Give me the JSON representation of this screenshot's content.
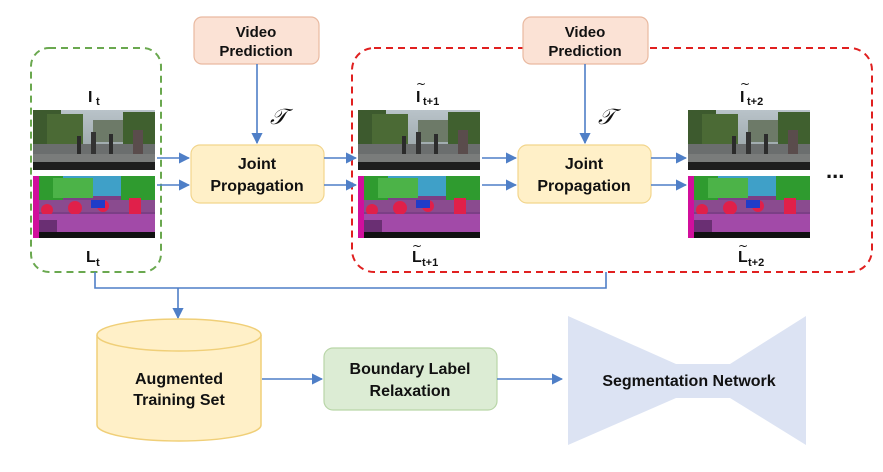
{
  "video_prediction": {
    "line1": "Video",
    "line2": "Prediction"
  },
  "joint_propagation": {
    "line1": "Joint",
    "line2": "Propagation"
  },
  "transform_symbol": "𝒯",
  "frames": {
    "t": {
      "image_label": "I",
      "label_label": "L",
      "subscript": "t"
    },
    "t1": {
      "image_label": "I",
      "label_label": "L",
      "subscript": "t+1"
    },
    "t2": {
      "image_label": "I",
      "label_label": "L",
      "subscript": "t+2"
    }
  },
  "ellipsis": "...",
  "augmented": {
    "line1": "Augmented",
    "line2": "Training Set"
  },
  "relaxation": {
    "line1": "Boundary Label",
    "line2": "Relaxation"
  },
  "network": {
    "label": "Segmentation Network"
  },
  "colors": {
    "video_pred_fill": "#fbe2d5",
    "video_pred_stroke": "#e9b9a0",
    "joint_fill": "#fff0c8",
    "joint_stroke": "#f2d58c",
    "db_fill": "#fff0c8",
    "db_stroke": "#f0cf78",
    "relax_fill": "#dcecd4",
    "relax_stroke": "#b9d6a8",
    "network_fill": "#dce3f3",
    "arrow": "#4f7fc7",
    "green_dash": "#6aa84f",
    "red_dash": "#e02020"
  }
}
